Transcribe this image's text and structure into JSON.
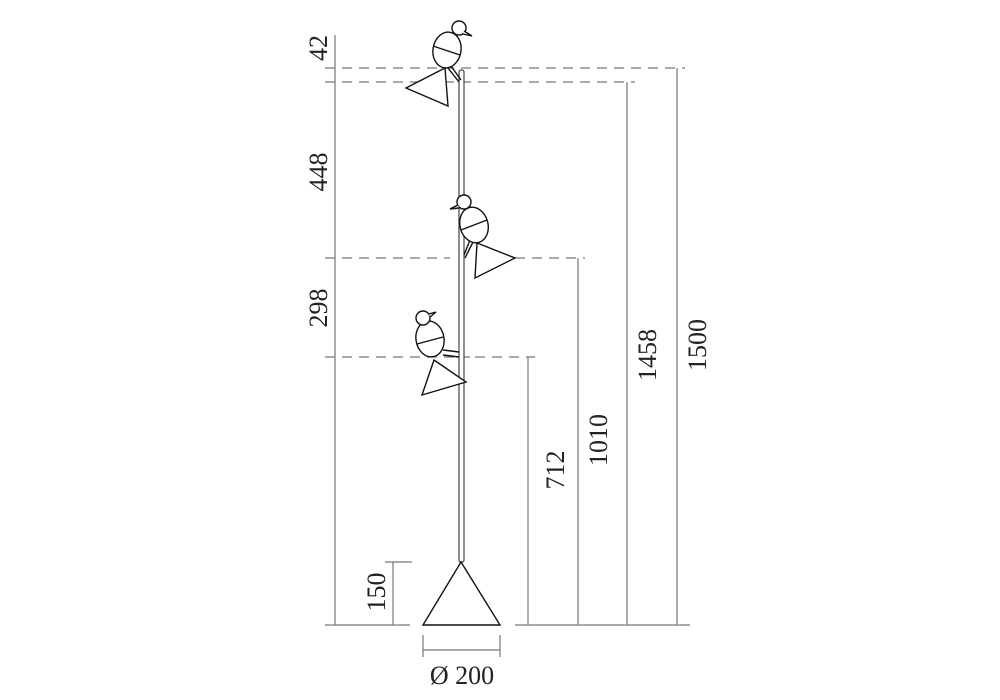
{
  "drawing": {
    "title": "Floor lamp dimension drawing",
    "units": "mm",
    "dimensions": {
      "top_offset": "42",
      "upper_spacing": "448",
      "lower_spacing": "298",
      "base_height": "150",
      "base_diameter": "Ø 200",
      "lower_shade_height": "712",
      "middle_shade_height": "1010",
      "upper_shade_height": "1458",
      "total_height": "1500"
    }
  }
}
